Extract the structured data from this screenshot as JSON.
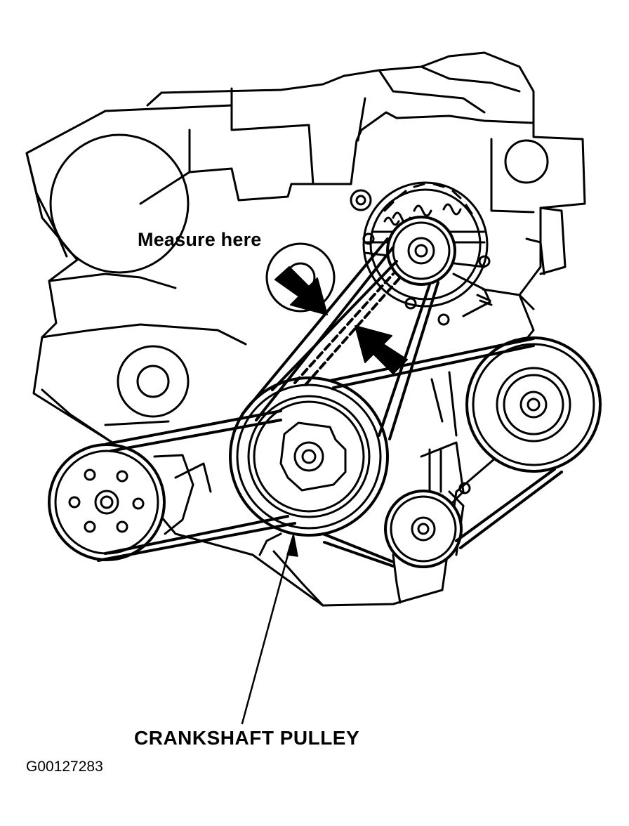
{
  "labels": {
    "measure_here": "Measure here",
    "crankshaft_pulley": "CRANKSHAFT PULLEY",
    "figure_id": "G00127283"
  },
  "colors": {
    "ink": "#000000",
    "paper": "#ffffff"
  }
}
